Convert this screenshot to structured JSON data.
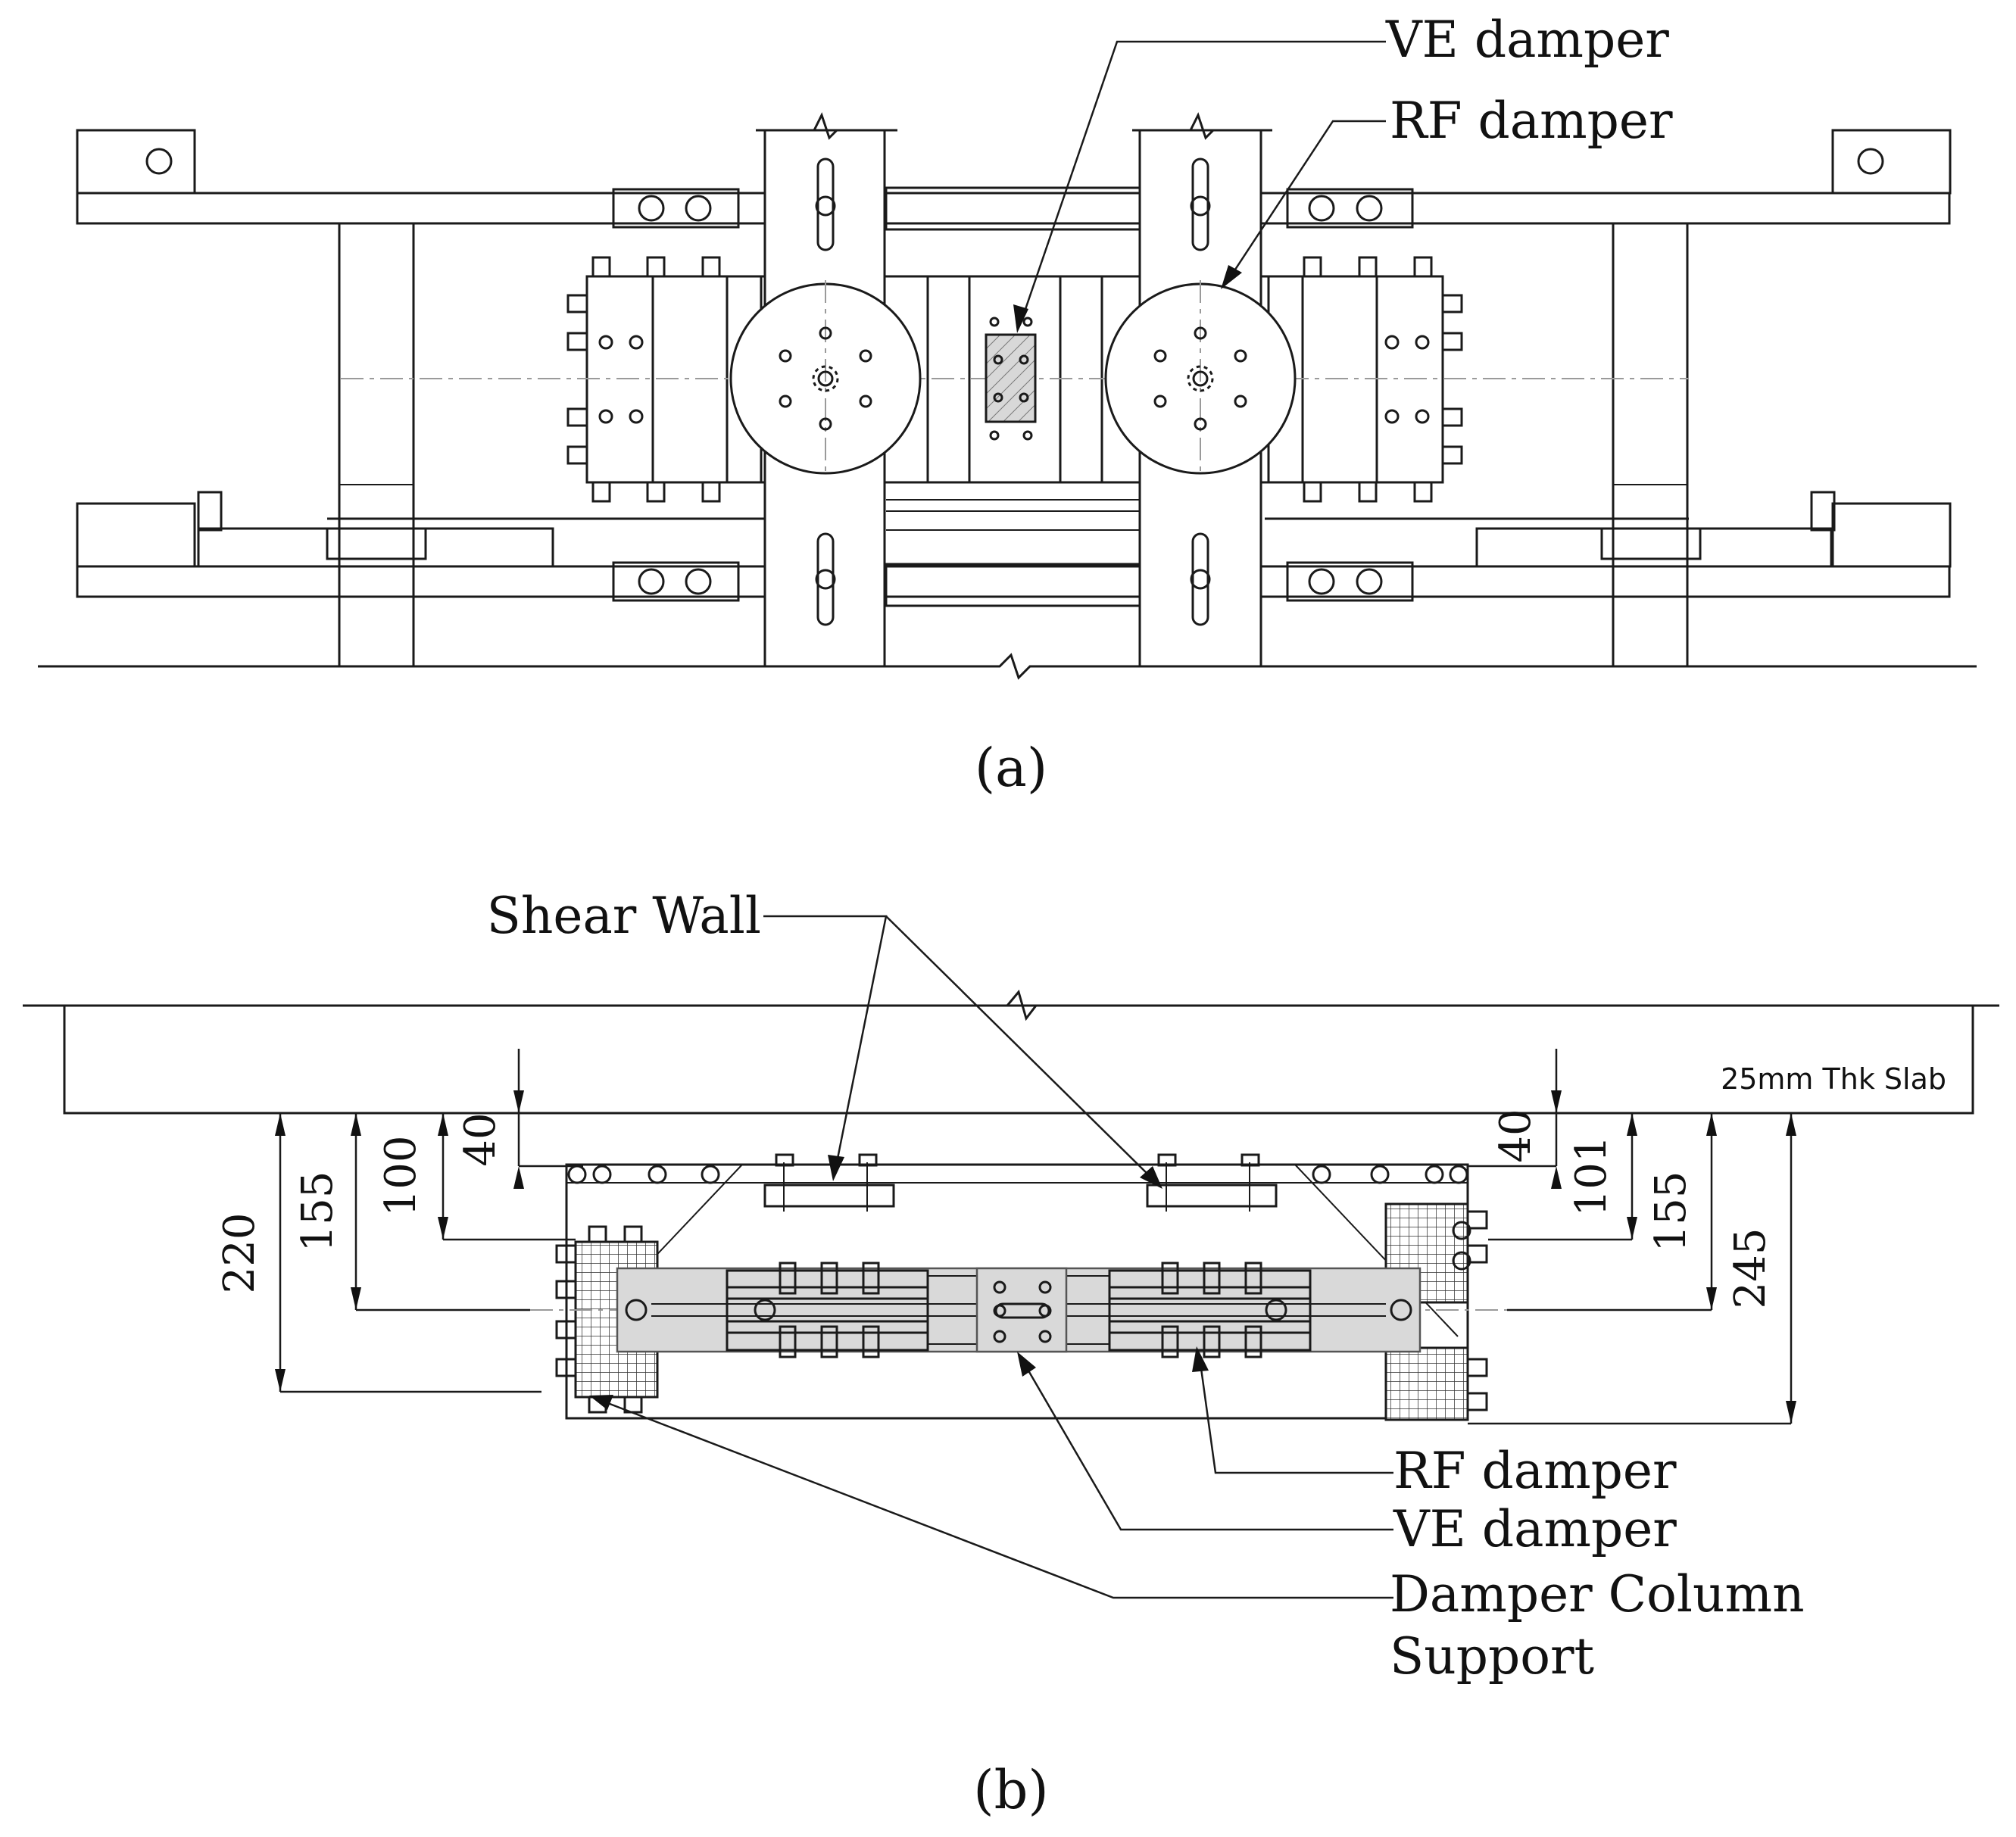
{
  "figure_a": {
    "panel_label": "(a)",
    "labels": {
      "ve_damper": "VE damper",
      "rf_damper": "RF damper"
    }
  },
  "figure_b": {
    "panel_label": "(b)",
    "labels": {
      "shear_wall": "Shear Wall",
      "slab": "25mm Thk Slab",
      "rf_damper": "RF damper",
      "ve_damper": "VE damper",
      "column_support_line1": "Damper Column",
      "column_support_line2": "Support"
    },
    "dimensions_left": [
      "40",
      "100",
      "155",
      "220"
    ],
    "dimensions_right": [
      "40",
      "101",
      "155",
      "245"
    ]
  }
}
